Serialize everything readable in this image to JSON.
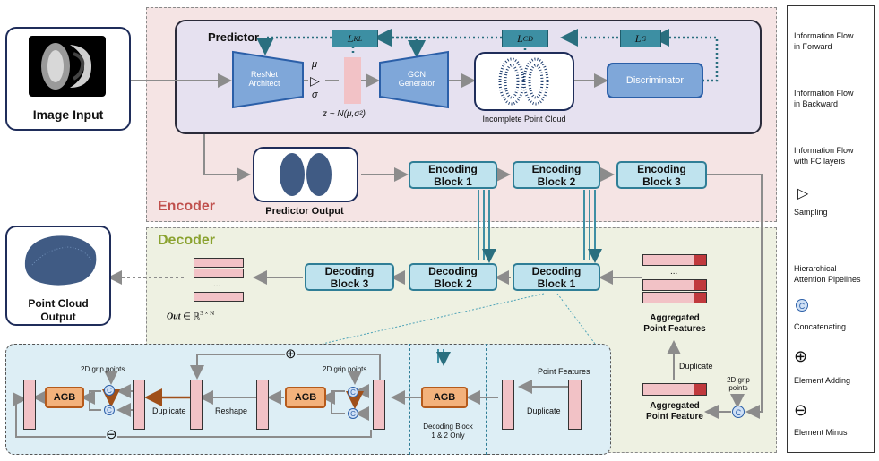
{
  "image_input": {
    "label": "Image Input"
  },
  "encoder": {
    "title": "Encoder"
  },
  "predictor": {
    "title": "Predictor",
    "resnet": "ResNet\nArchitect",
    "mu": "μ",
    "sigma": "σ",
    "sampling_glyph": "▷",
    "z_formula": "z ~ N(μ,σ²)",
    "gcn": "GCN\nGenerator",
    "incomplete_pc": "Incomplete Point Cloud",
    "discriminator": "Discriminator",
    "loss_kl": "L",
    "loss_kl_sub": "KL",
    "loss_cd": "L",
    "loss_cd_sub": "CD",
    "loss_g": "L",
    "loss_g_sub": "G"
  },
  "predictor_output": {
    "label": "Predictor Output"
  },
  "encoding_blocks": [
    "Encoding\nBlock 1",
    "Encoding\nBlock 2",
    "Encoding\nBlock 3"
  ],
  "decoder": {
    "title": "Decoder"
  },
  "decoding_blocks": [
    "Decoding\nBlock 1",
    "Decoding\nBlock 2",
    "Decoding\nBlock 3"
  ],
  "output": {
    "label": "Point Cloud\nOutput",
    "ellipsis": "...",
    "formula_main": "Out",
    "formula_rest": "∈ ℝ",
    "formula_sup": "3 × N"
  },
  "aggregated": {
    "ellipsis": "...",
    "features_label": "Aggregated\nPoint Features",
    "duplicate": "Duplicate",
    "feature_label": "Aggregated\nPoint Feature",
    "grip_label": "2D grip\npoints",
    "concat_glyph": "C"
  },
  "detail": {
    "agb": "AGB",
    "grip_points": "2D grip points",
    "duplicate": "Duplicate",
    "reshape": "Reshape",
    "point_features": "Point Features",
    "decoding_note": "Decoding Block\n1 & 2 Only",
    "plus_glyph": "⊕",
    "minus_glyph": "⊖",
    "concat_glyph": "C"
  },
  "legend": {
    "forward": "Information Flow\nin Forward",
    "backward": "Information Flow\nin Backward",
    "fc": "Information Flow\nwith FC layers",
    "sampling_glyph": "▷",
    "sampling": "Sampling",
    "hierarchical": "Hierarchical\nAttention Pipelines",
    "concat_glyph": "C",
    "concatenating": "Concatenating",
    "plus_glyph": "⊕",
    "adding": "Element Adding",
    "minus_glyph": "⊖",
    "minus": "Element Minus"
  }
}
